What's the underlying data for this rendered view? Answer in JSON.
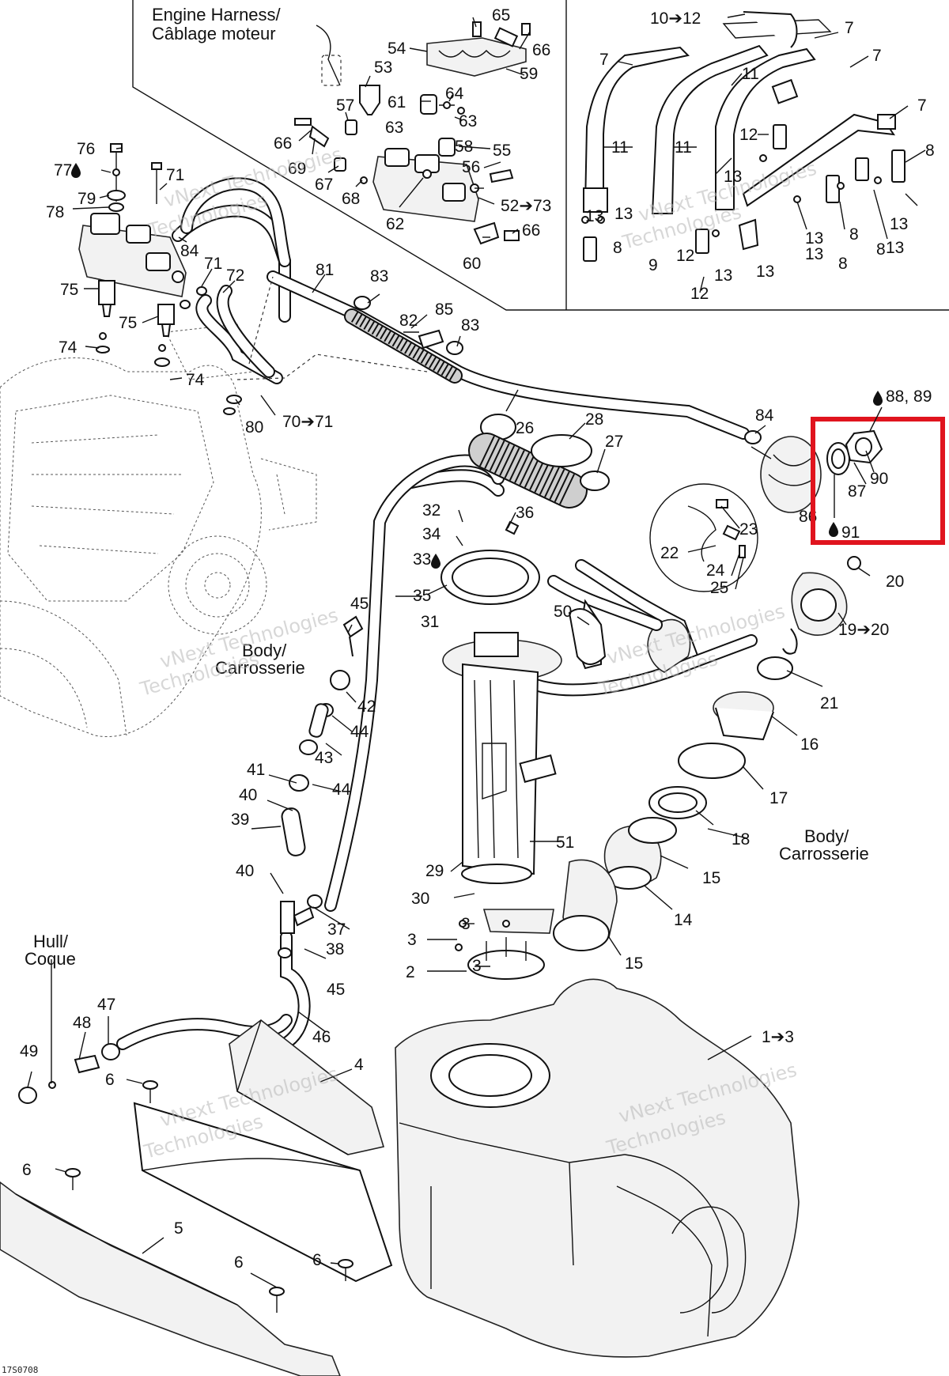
{
  "diagram": {
    "drawing_code": "17S0708",
    "captions": {
      "engine_harness": "Engine Harness/",
      "engine_harness_fr": "Câblage moteur",
      "body_top": "Body/",
      "body_top_fr": "Carrosserie",
      "body_right": "Body/",
      "body_right_fr": "Carrosserie",
      "hull": "Hull/",
      "hull_fr": "Coque"
    },
    "watermark": {
      "line1": "vNext Technologies",
      "line2": "Technologies"
    },
    "highlight": {
      "color": "#e0141e",
      "labels": [
        "88, 89",
        "87",
        "90",
        "91"
      ]
    },
    "callouts": [
      "65",
      "66",
      "54",
      "59",
      "53",
      "61",
      "64",
      "63",
      "57",
      "63",
      "66",
      "69",
      "58",
      "56",
      "55",
      "67",
      "68",
      "62",
      "52➔73",
      "66",
      "60",
      "76",
      "77",
      "79",
      "78",
      "71",
      "84",
      "71",
      "72",
      "75",
      "75",
      "74",
      "74",
      "80",
      "70➔71",
      "81",
      "83",
      "85",
      "82",
      "83",
      "84",
      "10➔12",
      "7",
      "7",
      "7",
      "7",
      "11",
      "11",
      "11",
      "12",
      "13",
      "8",
      "13",
      "13",
      "13",
      "8",
      "13",
      "8",
      "13",
      "12",
      "13",
      "9",
      "12",
      "13",
      "8",
      "13",
      "8",
      "26",
      "28",
      "27",
      "86",
      "36",
      "32",
      "34",
      "33",
      "35",
      "31",
      "50",
      "23",
      "22",
      "24",
      "25",
      "20",
      "19➔20",
      "21",
      "16",
      "17",
      "18",
      "15",
      "14",
      "15",
      "45",
      "42",
      "44",
      "43",
      "44",
      "41",
      "40",
      "39",
      "40",
      "37",
      "38",
      "45",
      "46",
      "51",
      "29",
      "30",
      "3",
      "3",
      "3",
      "2",
      "1➔3",
      "4",
      "47",
      "48",
      "49",
      "6",
      "6",
      "5",
      "6",
      "6"
    ]
  }
}
